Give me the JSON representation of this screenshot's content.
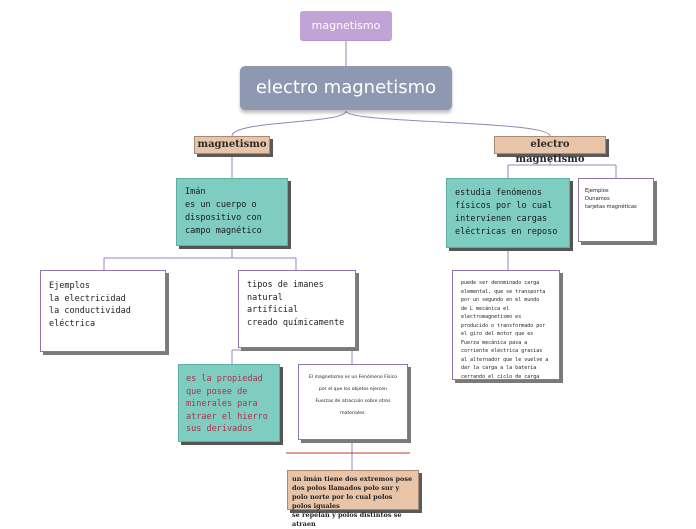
{
  "header": {
    "label": "magnetismo"
  },
  "title": {
    "label": "electro magnetismo"
  },
  "branch_left": {
    "label": "magnetismo"
  },
  "branch_right": {
    "label": "electro magnetismo"
  },
  "iman_def": {
    "text": "Imán\nes un cuerpo o\ndispositivo con\ncampo magnético"
  },
  "examples_left": {
    "text": "Ejemplos\nla electricidad\nla conductividad\neléctrica"
  },
  "tipos": {
    "text": "tipos de imanes\nnatural\nartificial\ncreado químicamente"
  },
  "propiedad": {
    "text": "es la propiedad\nque posee de\nminerales para\natraer el hierro\nsus derivados"
  },
  "fenomeno": {
    "text": "El magnetismo es un Fenómeno Físico\n\npor el que los objetos ejercen\n\nFuerzas de atracción sobre otros\n\nmateriales."
  },
  "electro_def": {
    "text": "estudia fenómenos\nfísicos por lo cual\nintervienen cargas\neléctricas en reposo"
  },
  "electro_examples": {
    "text": "Ejemplos\nDunamos\ntarjetas magnéticas"
  },
  "electro_detail": {
    "text": "puede ser denominado carga\nelemental, que se transporta\npor un  segundo en el mundo\nde L mecánica el\nelectromagnetismo es\nproducido o transformado por\nel giro del motor que es\nFuerza mecánica pasa a\ncorriente eléctrica gracias\nal alternador que le vuelve a\ndar la carga a la batería\ncerrando el ciclo de carga"
  },
  "bottom_note": {
    "text": "un imán tiene dos extremos pose\ndos polos llamados polo sur y\npolo norte por lo cual polos polos iguales\nse repelan y polos distintos se atraen"
  }
}
